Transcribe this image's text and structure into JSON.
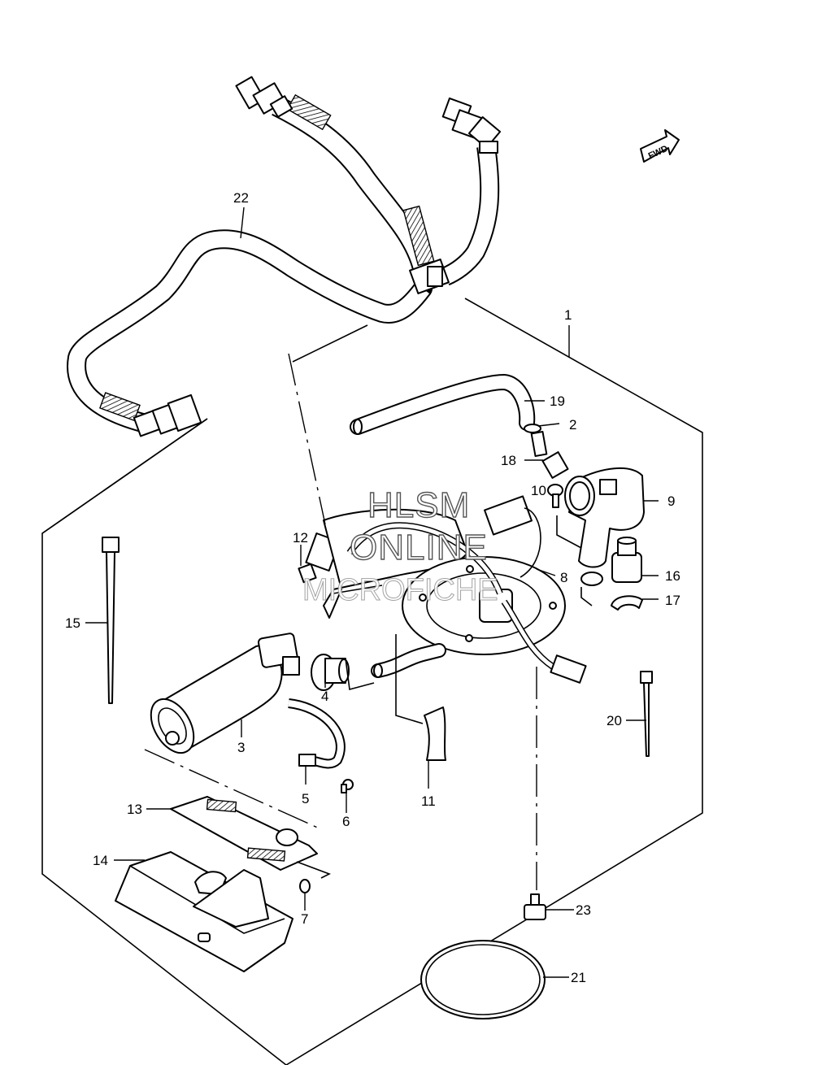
{
  "watermark": {
    "line1": "HLSM",
    "line2": "ONLINE",
    "line3": "MICROFICHE"
  },
  "fwd_badge": "FWD",
  "callouts": [
    {
      "id": "c1",
      "label": "1"
    },
    {
      "id": "c2",
      "label": "2"
    },
    {
      "id": "c3",
      "label": "3"
    },
    {
      "id": "c4",
      "label": "4"
    },
    {
      "id": "c5",
      "label": "5"
    },
    {
      "id": "c6",
      "label": "6"
    },
    {
      "id": "c7",
      "label": "7"
    },
    {
      "id": "c8",
      "label": "8"
    },
    {
      "id": "c9",
      "label": "9"
    },
    {
      "id": "c10",
      "label": "10"
    },
    {
      "id": "c11",
      "label": "11"
    },
    {
      "id": "c12",
      "label": "12"
    },
    {
      "id": "c13",
      "label": "13"
    },
    {
      "id": "c14",
      "label": "14"
    },
    {
      "id": "c15",
      "label": "15"
    },
    {
      "id": "c16",
      "label": "16"
    },
    {
      "id": "c17",
      "label": "17"
    },
    {
      "id": "c18",
      "label": "18"
    },
    {
      "id": "c19",
      "label": "19"
    },
    {
      "id": "c20",
      "label": "20"
    },
    {
      "id": "c21",
      "label": "21"
    },
    {
      "id": "c22",
      "label": "22"
    },
    {
      "id": "c23",
      "label": "23"
    }
  ]
}
